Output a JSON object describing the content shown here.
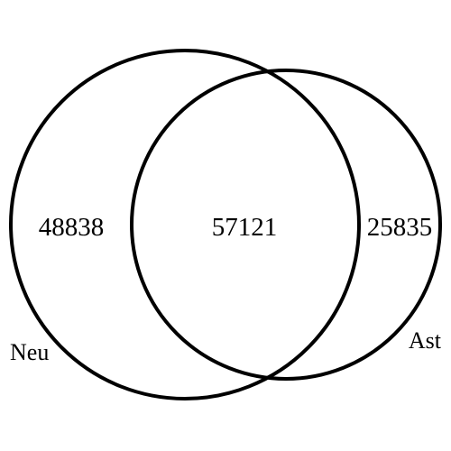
{
  "venn": {
    "sets": [
      {
        "name": "Neu"
      },
      {
        "name": "Ast"
      }
    ],
    "regions": {
      "neu_only": "48838",
      "both": "57121",
      "ast_only": "25835"
    },
    "stroke_color": "#000000",
    "background": "#ffffff"
  }
}
